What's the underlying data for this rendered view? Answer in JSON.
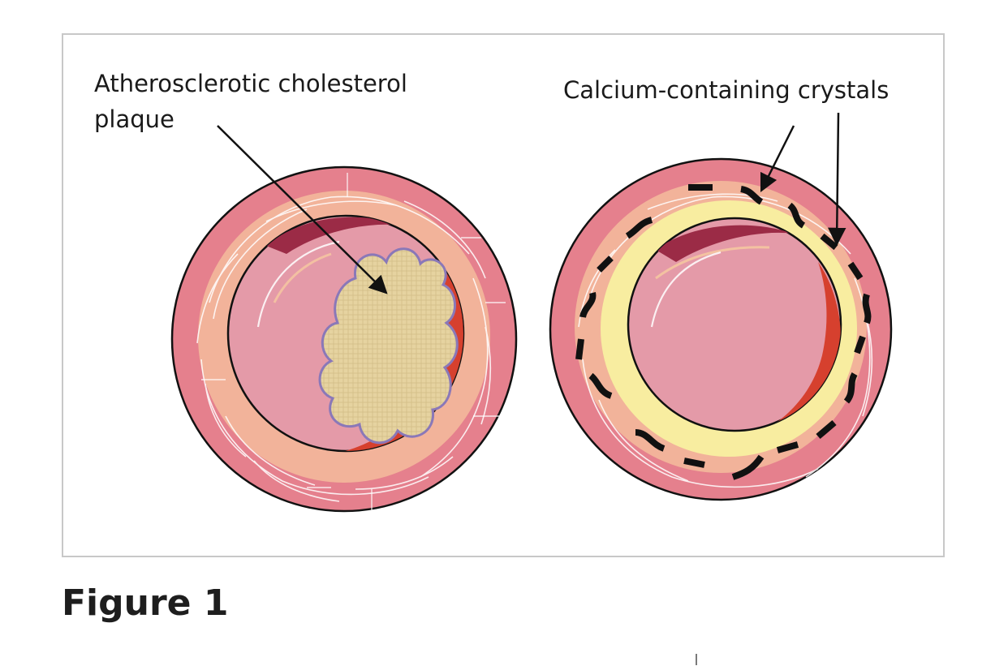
{
  "figure": {
    "plaque_label_line1": "Atherosclerotic cholesterol",
    "plaque_label_line2": "plaque",
    "calcium_label": "Calcium-containing crystals",
    "caption": "Figure 1"
  },
  "colors": {
    "frame_border": "#c8c8c8",
    "outer_wall": "#e5808d",
    "media_layer": "#f2b39a",
    "lumen": "#e49aa8",
    "plaque_fill": "#e6d3a0",
    "plaque_outline": "#8a78b8",
    "calcium_band": "#f8eda0",
    "crystal": "#111111",
    "arrow": "#111111"
  }
}
